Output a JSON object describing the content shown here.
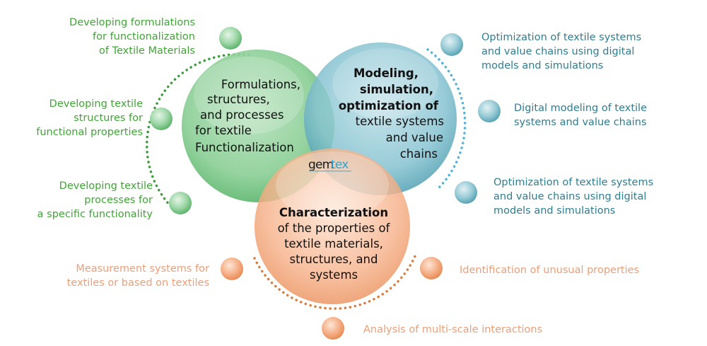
{
  "logo": {
    "text_left": "gem",
    "text_right": "tex"
  },
  "circles": {
    "green": {
      "title_lines": [
        "Formulations,",
        "structures,",
        "and processes",
        "for textile",
        "Functionalization"
      ],
      "color": "#7cc68a",
      "items": [
        {
          "lines": [
            "Developing formulations",
            "for functionalization",
            "of Textile Materials"
          ]
        },
        {
          "lines": [
            "Developing textile",
            "structures for",
            "functional properties"
          ]
        },
        {
          "lines": [
            "Developing textile",
            "processes for",
            "a specific functionality"
          ]
        }
      ]
    },
    "blue": {
      "title_lines": [
        "Modeling,",
        "simulation,",
        "optimization of",
        "textile systems",
        "and value",
        "chains"
      ],
      "color": "#6cb3c2",
      "items": [
        {
          "lines": [
            "Optimization of textile systems",
            "and value chains using digital",
            "models and simulations"
          ]
        },
        {
          "lines": [
            "Digital modeling of textile",
            "systems and value chains"
          ]
        },
        {
          "lines": [
            "Optimization of textile systems",
            "and value chains using digital",
            "models and simulations"
          ]
        }
      ]
    },
    "orange": {
      "title_lines": [
        "Characterization",
        "of the properties of",
        "textile materials,",
        "structures, and",
        "systems"
      ],
      "color": "#f1a67c",
      "items": [
        {
          "lines": [
            "Measurement systems for",
            "textiles or based on textiles"
          ]
        },
        {
          "lines": [
            "Identification of unusual properties"
          ]
        },
        {
          "lines": [
            "Analysis of multi-scale interactions"
          ]
        }
      ]
    }
  }
}
